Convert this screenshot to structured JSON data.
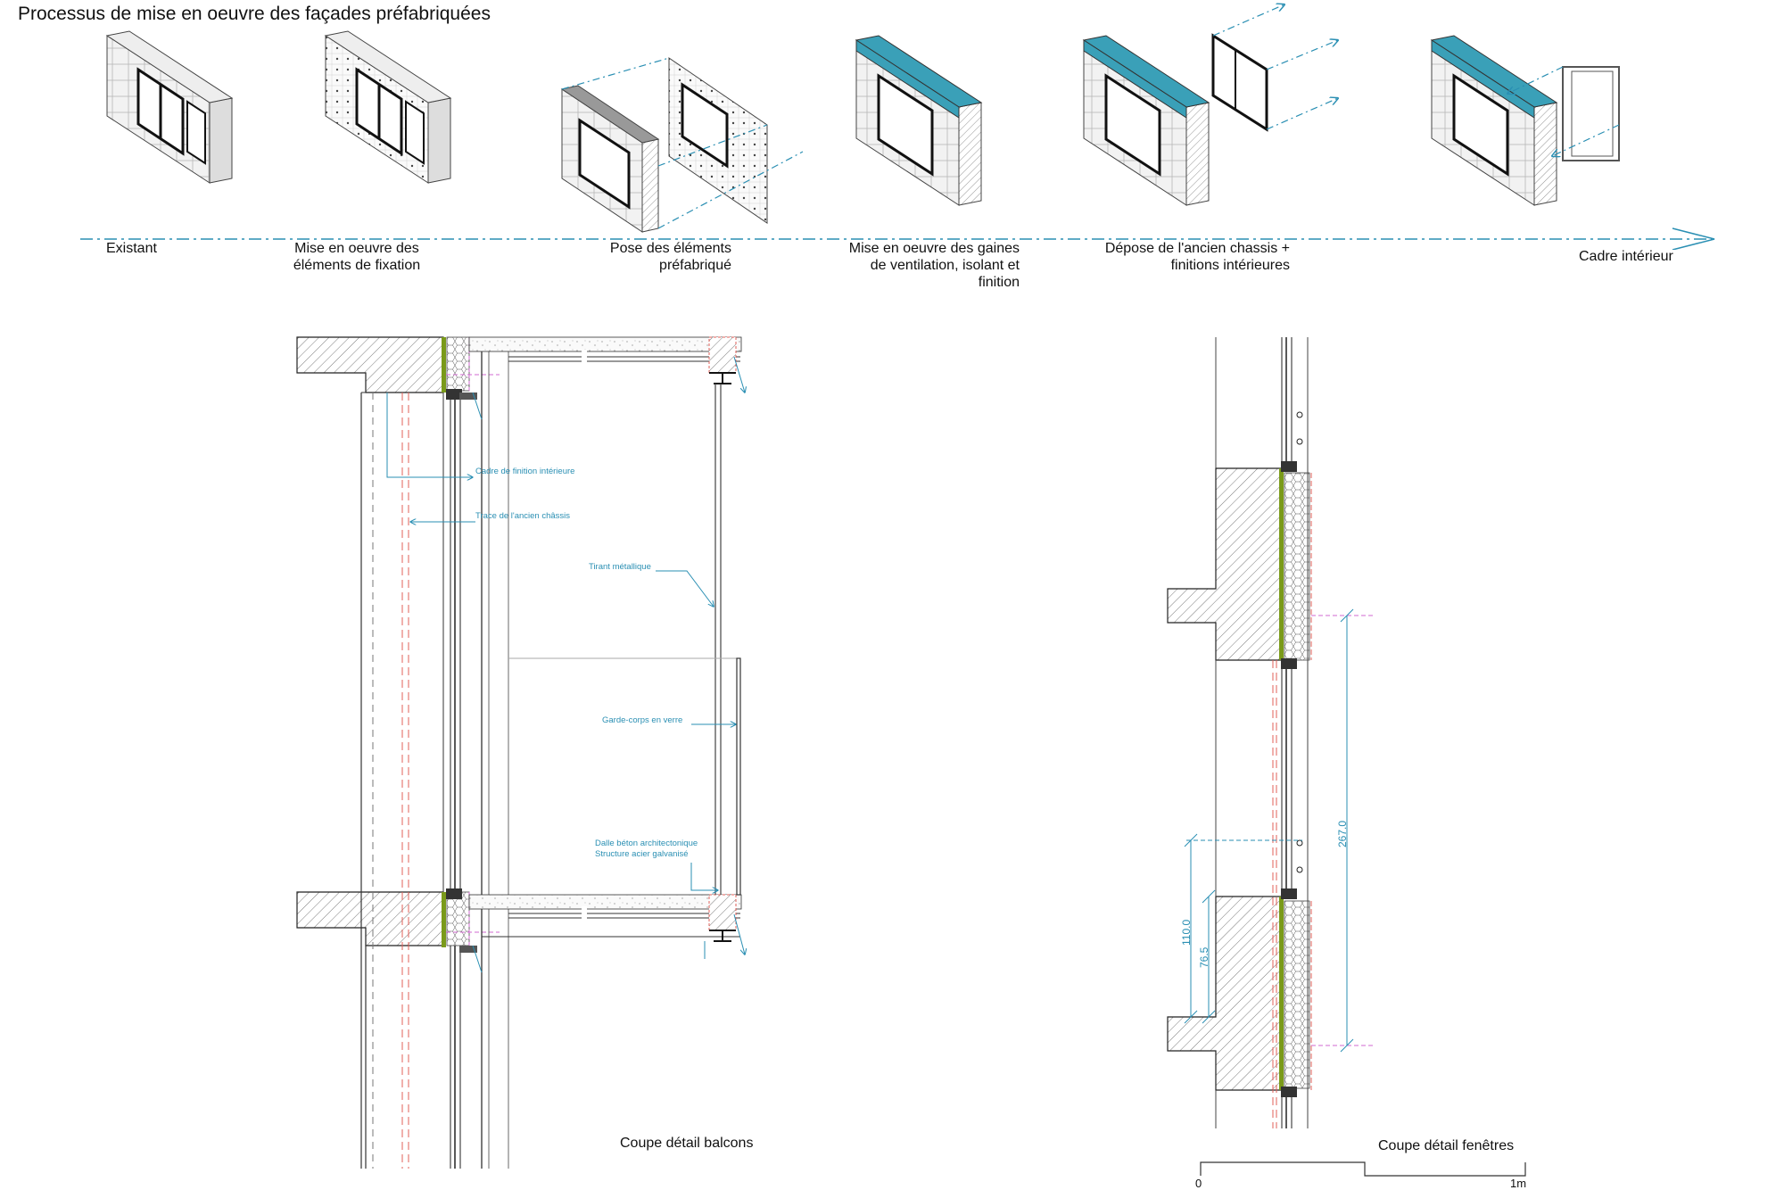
{
  "title": "Processus de mise en oeuvre des façades préfabriquées",
  "process_steps": [
    {
      "id": "existant",
      "label": [
        "Existant"
      ]
    },
    {
      "id": "fixation",
      "label": [
        "Mise en oeuvre des",
        "éléments de fixation"
      ]
    },
    {
      "id": "pose",
      "label": [
        "Pose des éléments",
        "préfabriqué"
      ]
    },
    {
      "id": "gaines",
      "label": [
        "Mise en oeuvre des gaines",
        "de ventilation, isolant et",
        "finition"
      ]
    },
    {
      "id": "depose",
      "label": [
        "Dépose de l'ancien chassis +",
        "finitions intérieures"
      ]
    },
    {
      "id": "cadre",
      "label": [
        "Cadre intérieur"
      ]
    }
  ],
  "balcony_section": {
    "caption": "Coupe détail balcons",
    "annotations": {
      "cadre_finition": "Cadre de finition intérieure",
      "trace_chassis": "Trace de l'ancien châssis",
      "tirant": "Tirant métallique",
      "garde_corps": "Garde-corps en verre",
      "dalle_1": "Dalle béton architectonique",
      "dalle_2": "Structure acier galvanisé"
    }
  },
  "window_section": {
    "caption": "Coupe détail fenêtres",
    "dimensions": {
      "total": "267.0",
      "allege": "110.0",
      "sill": "76.5"
    }
  },
  "scale_bar": {
    "start": "0",
    "end": "1m"
  },
  "colors": {
    "accent": "#2a8fb3",
    "insulation_green": "#7a9a1a",
    "trace_red": "#e0605a",
    "teal_panel": "#3aa0b8"
  }
}
